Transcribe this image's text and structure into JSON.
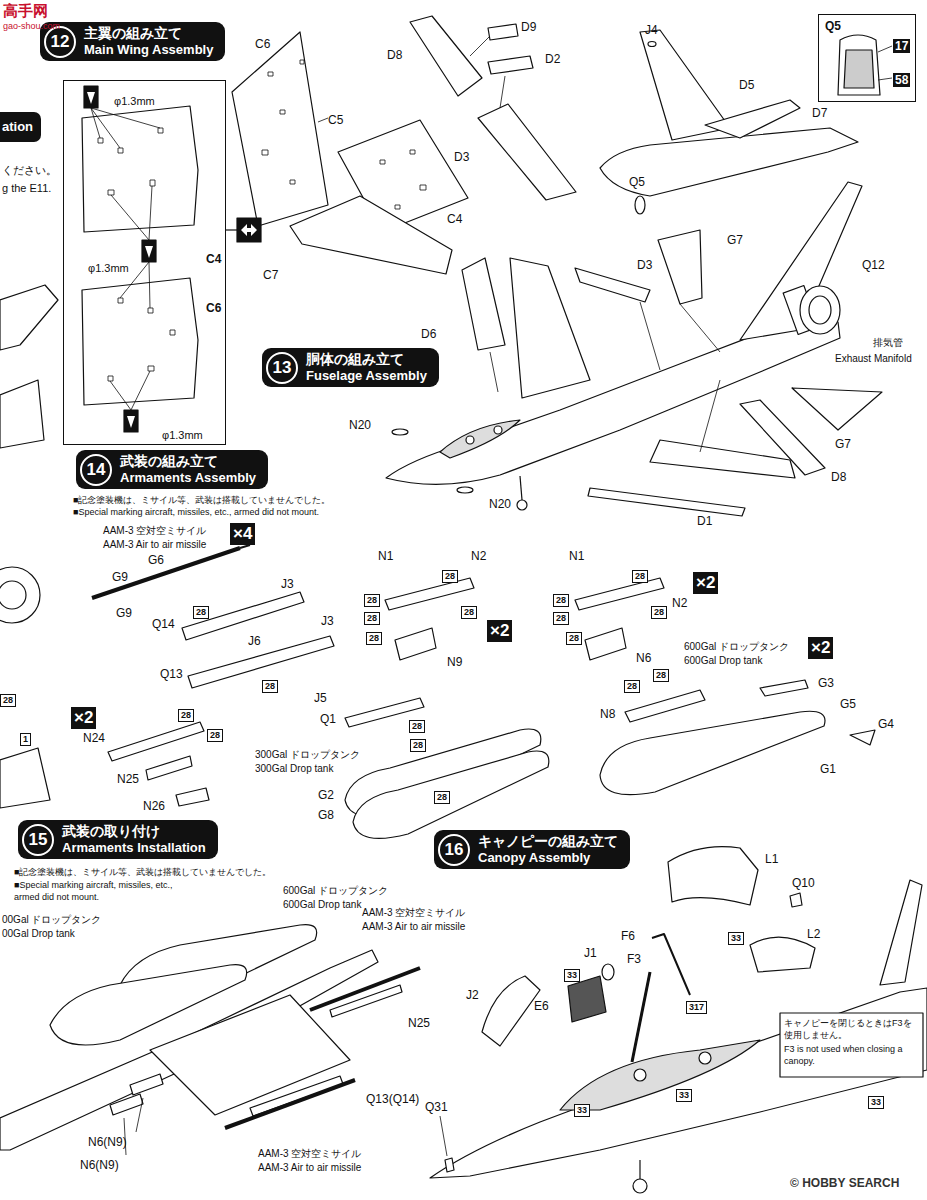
{
  "diagram": {
    "nodes": [
      {
        "text": [
          "12",
          "主翼の組み立て",
          "Main Wing Assembly"
        ]
      },
      {
        "text": [
          "ation"
        ]
      },
      {
        "text": [
          "Q5"
        ]
      },
      {
        "text": [
          "17"
        ],
        "in": 2
      },
      {
        "text": [
          "58"
        ],
        "in": 2
      },
      {
        "text": [
          "φ1.3mm",
          "C4",
          "φ1.3mm",
          "C6",
          "φ1.3mm"
        ]
      },
      {
        "text": [
          "13",
          "胴体の組み立て",
          "Fuselage Assembly"
        ]
      },
      {
        "text": [
          "14",
          "武装の組み立て",
          "Armaments Assembly"
        ]
      },
      {
        "text": [
          "×4"
        ]
      },
      {
        "text": [
          "28"
        ]
      },
      {
        "text": [
          "28"
        ]
      },
      {
        "text": [
          "28"
        ]
      },
      {
        "text": [
          "28"
        ]
      },
      {
        "text": [
          "28"
        ]
      },
      {
        "text": [
          "28"
        ]
      },
      {
        "text": [
          "28"
        ]
      },
      {
        "text": [
          "×2"
        ]
      },
      {
        "text": [
          "28"
        ]
      },
      {
        "text": [
          "28"
        ]
      },
      {
        "text": [
          "28"
        ]
      },
      {
        "text": [
          "28"
        ]
      },
      {
        "text": [
          "28"
        ]
      },
      {
        "text": [
          "×2"
        ]
      },
      {
        "text": [
          "×2"
        ]
      },
      {
        "text": [
          "28"
        ]
      },
      {
        "text": [
          "28"
        ]
      },
      {
        "text": [
          "28"
        ]
      },
      {
        "text": [
          "28"
        ]
      },
      {
        "text": [
          "28"
        ]
      },
      {
        "text": [
          "×2"
        ]
      },
      {
        "text": [
          "28"
        ]
      },
      {
        "text": [
          "28"
        ]
      },
      {
        "text": [
          "28"
        ]
      },
      {
        "text": [
          "1"
        ]
      },
      {
        "text": [
          "15",
          "武装の取り付け",
          "Armaments Installation"
        ]
      },
      {
        "text": [
          "16",
          "キャノピーの組み立て",
          "Canopy Assembly"
        ]
      },
      {
        "text": [
          "33"
        ]
      },
      {
        "text": [
          "33"
        ]
      },
      {
        "text": [
          "317"
        ]
      },
      {
        "text": [
          "33"
        ]
      },
      {
        "text": [
          "33"
        ]
      },
      {
        "text": [
          "33"
        ]
      }
    ],
    "labels": [
      "高手网",
      "gao-shou.com",
      "C6",
      "D9",
      "D8",
      "D2",
      "J4",
      "D5",
      "C5",
      "D7",
      "D3",
      "Q5",
      "C4",
      "C7",
      "ください。",
      "g the E11.",
      "G7",
      "D3",
      "Q12",
      "D6",
      "排気管",
      "Exhaust Manifold",
      "N20",
      "G7",
      "D8",
      "N20",
      "D1",
      "■記念塗装機は、ミサイル等、武装は搭載していませんでした。",
      "■Special marking aircraft, missiles, etc., armed did not mount.",
      "AAM-3 空対空ミサイル",
      "AAM-3 Air to air missile",
      "G6",
      "G9",
      "J3",
      "G9",
      "Q14",
      "J3",
      "J6",
      "Q13",
      "J5",
      "N1",
      "N2",
      "N9",
      "N1",
      "N2",
      "N6",
      "600Gal ドロップタンク",
      "600Gal Drop tank",
      "G3",
      "G5",
      "G4",
      "G1",
      "N8",
      "Q1",
      "300Gal ドロップタンク",
      "300Gal Drop tank",
      "G2",
      "G8",
      "N24",
      "N25",
      "N26",
      "■記念塗装機は、ミサイル等、武装は搭載していませんでした。",
      "■Special marking aircraft, missiles, etc., armed did not mount.",
      "600Gal ドロップタンク",
      "600Gal Drop tank",
      "00Gal ドロップタンク",
      "00Gal Drop tank",
      "AAM-3 空対空ミサイル",
      "AAM-3 Air to air missile",
      "N25",
      "Q13(Q14)",
      "N6(N9)",
      "N6(N9)",
      "AAM-3 空対空ミサイル",
      "AAM-3 Air to air missile",
      "L1",
      "Q10",
      "L2",
      "F6",
      "J1",
      "F3",
      "E6",
      "J2",
      "Q31",
      "キャノピーを閉じるときはF3を使用しません。",
      "F3 is not used when closing a canopy.",
      "© HOBBY SEARCH"
    ]
  }
}
